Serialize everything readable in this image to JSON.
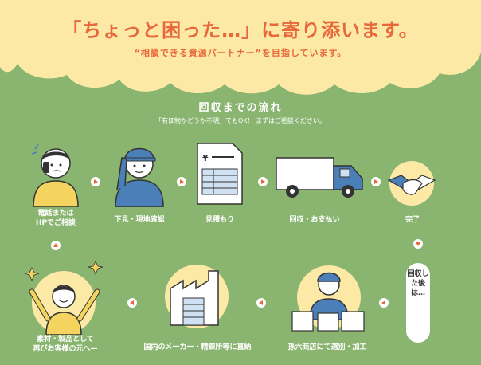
{
  "header": {
    "headline": "「ちょっと困った…」に寄り添います。",
    "subline": "“相談できる資源パートナー”を目指しています。"
  },
  "flow": {
    "title": "回収までの流れ",
    "note": "「有価物かどうか不明」でもOK！ まずはご相談ください。",
    "steps": [
      {
        "label": "電話または\nHPでご相談",
        "icon": "phone-worried-person-icon"
      },
      {
        "label": "下見・現地確認",
        "icon": "worker-saluting-icon"
      },
      {
        "label": "見積もり",
        "icon": "estimate-document-icon"
      },
      {
        "label": "回収・お支払い",
        "icon": "truck-icon"
      },
      {
        "label": "完了",
        "icon": "handshake-icon"
      },
      {
        "label": "孫六商店にて選別・加工",
        "icon": "worker-boxes-icon"
      },
      {
        "label": "国内のメーカー・精錬所等に直納",
        "icon": "factory-icon"
      },
      {
        "label": "素材・製品として\n再びお客様の元へ—",
        "icon": "happy-person-icon"
      }
    ],
    "after_label": "回収した後は…"
  },
  "colors": {
    "background": "#8ab570",
    "accent": "#e8683c",
    "cloud": "#fde9a6"
  }
}
